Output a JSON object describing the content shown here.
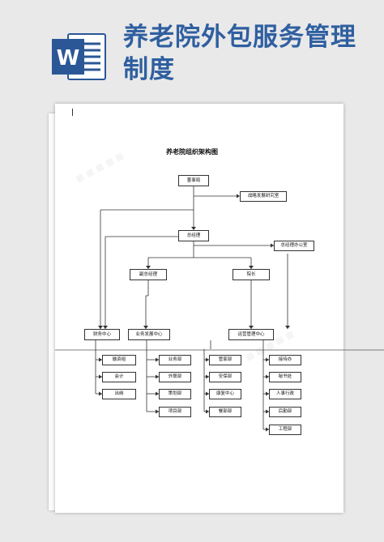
{
  "header": {
    "title": "养老院外包服务管理制度",
    "app_icon": "word-document-icon",
    "app_icon_letter": "W",
    "accent_color": "#2f5fa0"
  },
  "chart": {
    "title": "养老院组织架构图",
    "board": "董事局",
    "strategy": "战略发展研究室",
    "gm": "总经理",
    "gm_office": "总经理办公室",
    "deputy_gm": "副总经理",
    "dean": "院长",
    "finance": "财务中心",
    "business": "业务发展中心",
    "operations": "运营管理中心",
    "finance_units": [
      "融资组",
      "会计",
      "出纳"
    ],
    "business_units": [
      "业务部",
      "外联部",
      "策划部",
      "项目部"
    ],
    "operations_units": [
      "管家部",
      "安保部",
      "康复中心",
      "餐部部"
    ],
    "office_units": [
      "接待办",
      "秘书处",
      "人事行政",
      "后勤部",
      "工程部"
    ]
  }
}
